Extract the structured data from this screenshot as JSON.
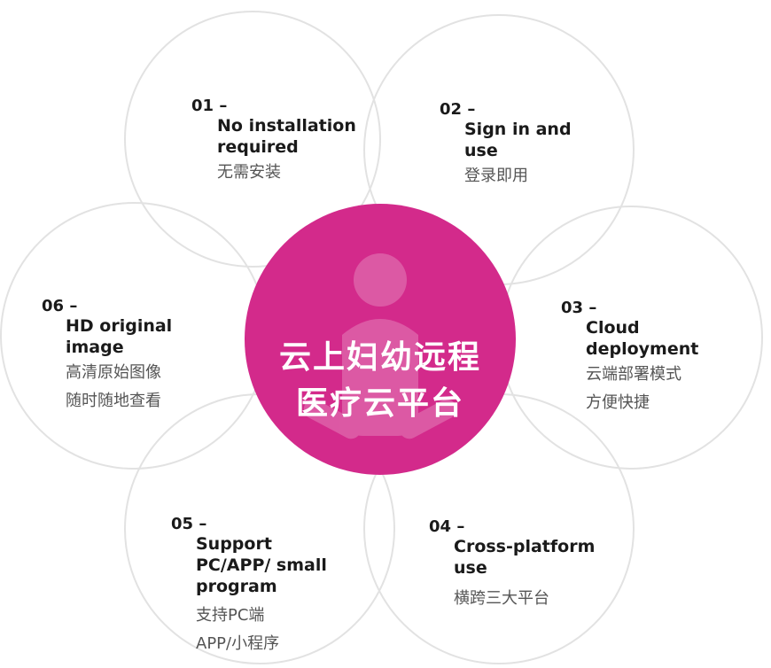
{
  "center": {
    "line1": "云上妇幼远程",
    "line2": "医疗云平台"
  },
  "features": [
    {
      "num": "01 –",
      "title": "No installation required",
      "subs": [
        "无需安装"
      ]
    },
    {
      "num": "02 –",
      "title": "Sign in and use",
      "subs": [
        "登录即用"
      ]
    },
    {
      "num": "03 –",
      "title": "Cloud deployment",
      "subs": [
        "云端部署模式",
        "方便快捷"
      ]
    },
    {
      "num": "04 –",
      "title": "Cross-platform use",
      "subs": [
        "横跨三大平台"
      ]
    },
    {
      "num": "05 –",
      "title": "Support PC/APP/ small program",
      "subs": [
        "支持PC端",
        "APP/小程序"
      ]
    },
    {
      "num": "06 –",
      "title": "HD original image",
      "subs": [
        "高清原始图像",
        "随时随地查看"
      ]
    }
  ],
  "colors": {
    "accent": "#d32a8b",
    "ring": "#e2e2e2"
  },
  "icons": {
    "center": "mother-baby-icon"
  }
}
